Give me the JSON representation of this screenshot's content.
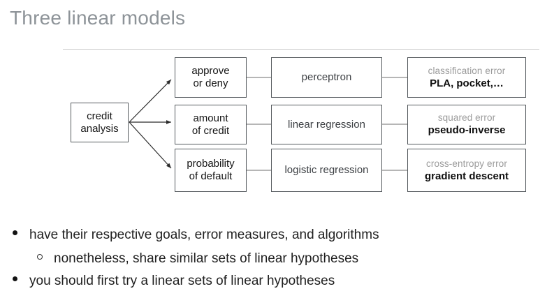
{
  "slide": {
    "title": "Three linear models"
  },
  "diagram": {
    "source": {
      "line1": "credit",
      "line2": "analysis"
    },
    "rows": [
      {
        "goal_line1": "approve",
        "goal_line2": "or deny",
        "model": "perceptron",
        "error": "classification error",
        "algorithm": "PLA, pocket,…"
      },
      {
        "goal_line1": "amount",
        "goal_line2": "of credit",
        "model": "linear regression",
        "error": "squared error",
        "algorithm": "pseudo-inverse"
      },
      {
        "goal_line1": "probability",
        "goal_line2": "of default",
        "model": "logistic regression",
        "error": "cross-entropy error",
        "algorithm": "gradient descent"
      }
    ]
  },
  "bullets": [
    {
      "level": 1,
      "marker": "filled-disc",
      "text": "have their respective goals, error measures, and algorithms"
    },
    {
      "level": 2,
      "marker": "hollow-circle",
      "text": "nonetheless, share similar sets of linear hypotheses"
    },
    {
      "level": 1,
      "marker": "filled-disc",
      "text": "you should first try a linear sets of linear hypotheses"
    }
  ],
  "colors": {
    "title": "#8d9398",
    "divider": "#c9c9c9",
    "box_border": "#555a5e",
    "error_text": "#9a9a9a",
    "body_text": "#1f1f1f",
    "background": "#ffffff"
  }
}
